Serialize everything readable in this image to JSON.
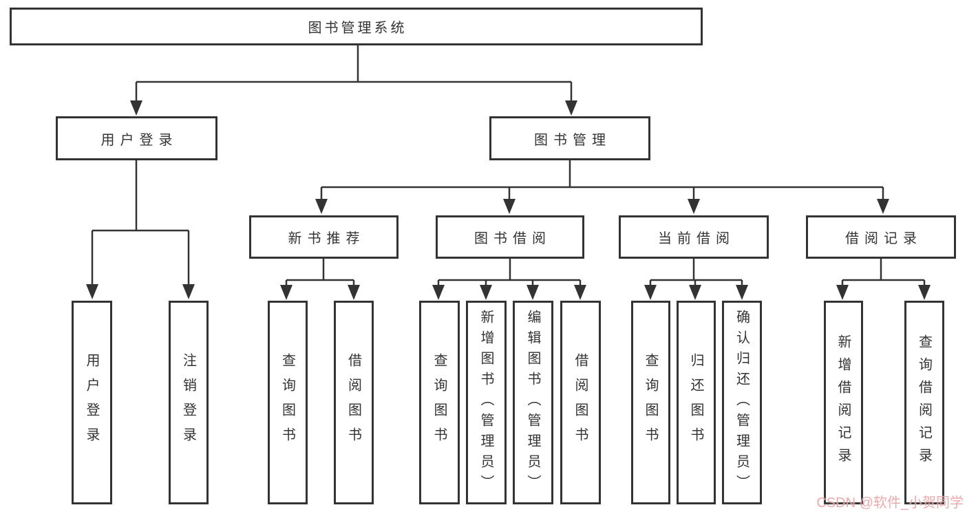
{
  "root": {
    "label": "图书管理系统"
  },
  "level2": [
    {
      "label": "用户登录"
    },
    {
      "label": "图书管理"
    }
  ],
  "level3": [
    {
      "label": "新书推荐"
    },
    {
      "label": "图书借阅"
    },
    {
      "label": "当前借阅"
    },
    {
      "label": "借阅记录"
    }
  ],
  "leaves": {
    "user_login": [
      {
        "label": "用户登录"
      },
      {
        "label": "注销登录"
      }
    ],
    "new_book": [
      {
        "label": "查询图书"
      },
      {
        "label": "借阅图书"
      }
    ],
    "book_borrow": [
      {
        "label": "查询图书"
      },
      {
        "label": "新增图书（管理员）"
      },
      {
        "label": "编辑图书（管理员）"
      },
      {
        "label": "借阅图书"
      }
    ],
    "current_borrow": [
      {
        "label": "查询图书"
      },
      {
        "label": "归还图书"
      },
      {
        "label": "确认归还（管理员）"
      }
    ],
    "borrow_records": [
      {
        "label": "新增借阅记录"
      },
      {
        "label": "查询借阅记录"
      }
    ]
  },
  "watermark": {
    "text": "CSDN @软件_小贺同学",
    "color": "#e9a0a4"
  },
  "colors": {
    "line": "#333333",
    "box_border": "#333333",
    "box_background": "#ffffff",
    "text": "#333333",
    "page_background": "#ffffff"
  }
}
